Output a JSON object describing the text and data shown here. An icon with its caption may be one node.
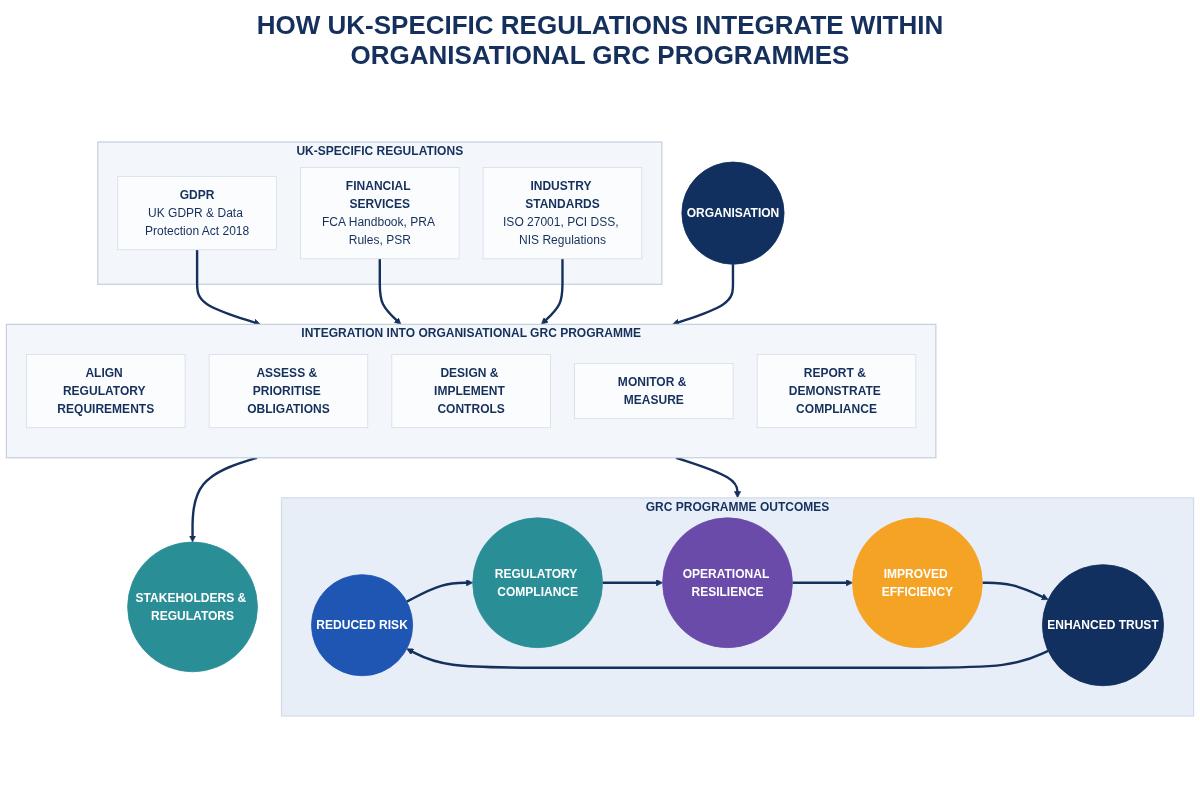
{
  "diagram": {
    "title": "HOW UK-SPECIFIC REGULATIONS INTEGRATE WITHIN ORGANISATIONAL GRC PROGRAMMES",
    "nodes": [
      {
        "text": [
          "UK-SPECIFIC REGULATIONS"
        ]
      },
      {
        "text": [
          "GDPR",
          "UK GDPR & Data Protection Act 2018"
        ],
        "in": 0
      },
      {
        "text": [
          "FINANCIAL SERVICES",
          "FCA Handbook, PRA Rules, PSR"
        ],
        "in": 0
      },
      {
        "text": [
          "INDUSTRY STANDARDS",
          "ISO 27001, PCI DSS, NIS Regulations"
        ],
        "in": 0
      },
      {
        "text": [
          "ORGANISATION"
        ]
      },
      {
        "text": [
          "INTEGRATION INTO ORGANISATIONAL GRC PROGRAMME"
        ]
      },
      {
        "text": [
          "ALIGN REGULATORY REQUIREMENTS"
        ],
        "in": 5
      },
      {
        "text": [
          "ASSESS & PRIORITISE OBLIGATIONS"
        ],
        "in": 5
      },
      {
        "text": [
          "DESIGN & IMPLEMENT CONTROLS"
        ],
        "in": 5
      },
      {
        "text": [
          "MONITOR & MEASURE"
        ],
        "in": 5
      },
      {
        "text": [
          "REPORT & DEMONSTRATE COMPLIANCE"
        ],
        "in": 5
      },
      {
        "text": [
          "STAKEHOLDERS & REGULATORS"
        ]
      },
      {
        "text": [
          "GRC PROGRAMME OUTCOMES"
        ]
      },
      {
        "text": [
          "REDUCED RISK"
        ],
        "in": 12
      },
      {
        "text": [
          "REGULATORY COMPLIANCE"
        ],
        "in": 12
      },
      {
        "text": [
          "OPERATIONAL RESILIENCE"
        ],
        "in": 12
      },
      {
        "text": [
          "IMPROVED EFFICIENCY"
        ],
        "in": 12
      },
      {
        "text": [
          "ENHANCED TRUST"
        ],
        "in": 12
      }
    ],
    "edges": [
      {
        "from": 1,
        "to": 5,
        "arrow": "to"
      },
      {
        "from": 2,
        "to": 5,
        "arrow": "to"
      },
      {
        "from": 3,
        "to": 5,
        "arrow": "to"
      },
      {
        "from": 4,
        "to": 5,
        "arrow": "to"
      },
      {
        "from": 5,
        "to": 11,
        "arrow": "to"
      },
      {
        "from": 5,
        "to": 12,
        "arrow": "to"
      },
      {
        "from": 13,
        "to": 14,
        "arrow": "to"
      },
      {
        "from": 14,
        "to": 15,
        "arrow": "to"
      },
      {
        "from": 15,
        "to": 16,
        "arrow": "to"
      },
      {
        "from": 16,
        "to": 17,
        "arrow": "to"
      },
      {
        "from": 17,
        "to": 13,
        "arrow": "to"
      }
    ]
  }
}
